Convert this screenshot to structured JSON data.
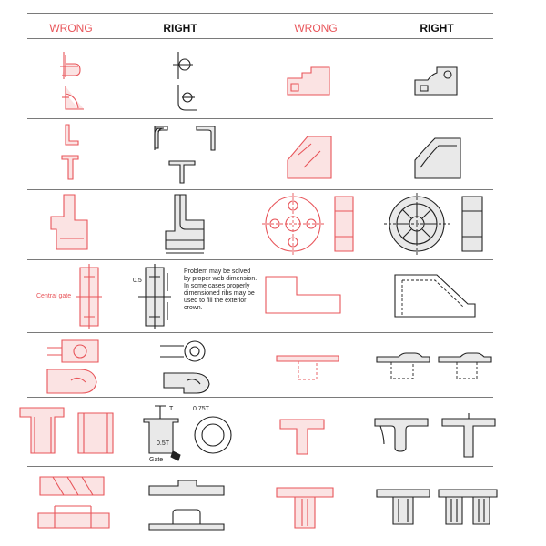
{
  "headers": {
    "left_wrong": "WRONG",
    "left_right": "RIGHT",
    "right_wrong": "WRONG",
    "right_right": "RIGHT"
  },
  "annotations": {
    "central_gate": "Central gate",
    "web_note": "Problem may be solved by proper web dimension. In some cases properly dimensioned ribs may be used to fill the exterior crown.",
    "dim_T": "T",
    "dim_0757": "0.75T",
    "dim_057": "0.5T",
    "dim_gate": "Gate",
    "dim_05": "0.5"
  },
  "colors": {
    "wrong": "#e8555a",
    "right": "#222222"
  }
}
